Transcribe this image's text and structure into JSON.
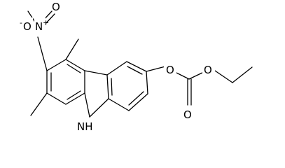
{
  "molecule": {
    "atoms": {
      "nitro_o_neg": "O",
      "nitro_o_neg_charge": "-",
      "nitro_n": "N",
      "nitro_n_charge": "+",
      "nitro_o_double": "O",
      "carbonate_o_aryl": "O",
      "carbonate_o_carbonyl": "O",
      "carbonate_o_ethyl": "O",
      "nh": "NH"
    },
    "colors": {
      "bond": "#000000",
      "text": "#000000",
      "background": "#ffffff"
    }
  }
}
